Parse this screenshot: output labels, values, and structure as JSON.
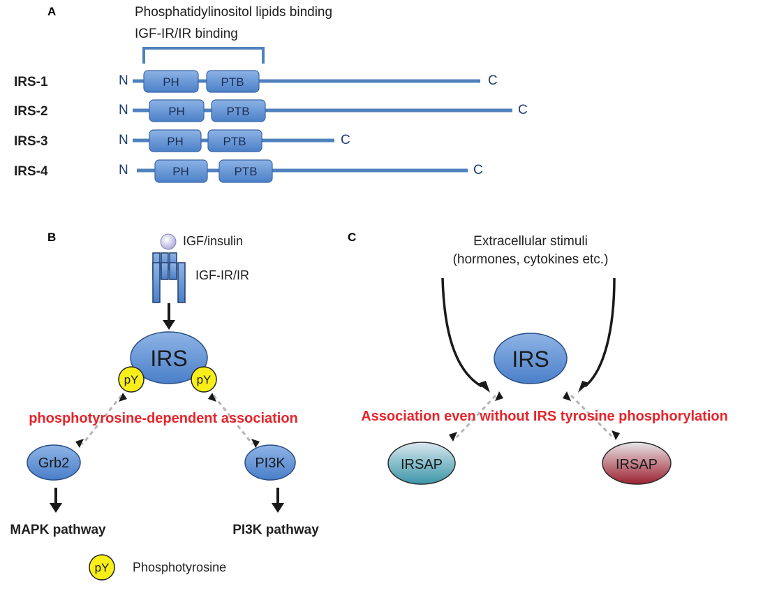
{
  "panel_a": {
    "letter": "A",
    "binding_label_1": "Phosphatidylinositol lipids binding",
    "binding_label_2": "IGF-IR/IR binding",
    "proteins": [
      {
        "name": "IRS-1",
        "n": "N",
        "c": "C",
        "domains": [
          "PH",
          "PTB"
        ]
      },
      {
        "name": "IRS-2",
        "n": "N",
        "c": "C",
        "domains": [
          "PH",
          "PTB"
        ]
      },
      {
        "name": "IRS-3",
        "n": "N",
        "c": "C",
        "domains": [
          "PH",
          "PTB"
        ]
      },
      {
        "name": "IRS-4",
        "n": "N",
        "c": "C",
        "domains": [
          "PH",
          "PTB"
        ]
      }
    ]
  },
  "panel_b": {
    "letter": "B",
    "ligand": "IGF/insulin",
    "receptor": "IGF-IR/IR",
    "irs": "IRS",
    "py": "pY",
    "association": "phosphotyrosine-dependent association",
    "grb2": "Grb2",
    "pi3k": "PI3K",
    "mapk_pathway": "MAPK pathway",
    "pi3k_pathway": "PI3K pathway",
    "legend_py": "pY",
    "legend_label": "Phosphotyrosine"
  },
  "panel_c": {
    "letter": "C",
    "stimuli_1": "Extracellular stimuli",
    "stimuli_2": "(hormones, cytokines etc.)",
    "irs": "IRS",
    "association": "Association even without IRS tyrosine phosphorylation",
    "irsap_left": "IRSAP",
    "irsap_right": "IRSAP"
  },
  "colors": {
    "domain_fill": "#5b8fd2",
    "line_blue": "#4f81bd",
    "red_text": "#e8232a",
    "py_yellow": "#f7ee1a",
    "irsap_left": "#4fa3b5",
    "irsap_right": "#a8343e"
  }
}
